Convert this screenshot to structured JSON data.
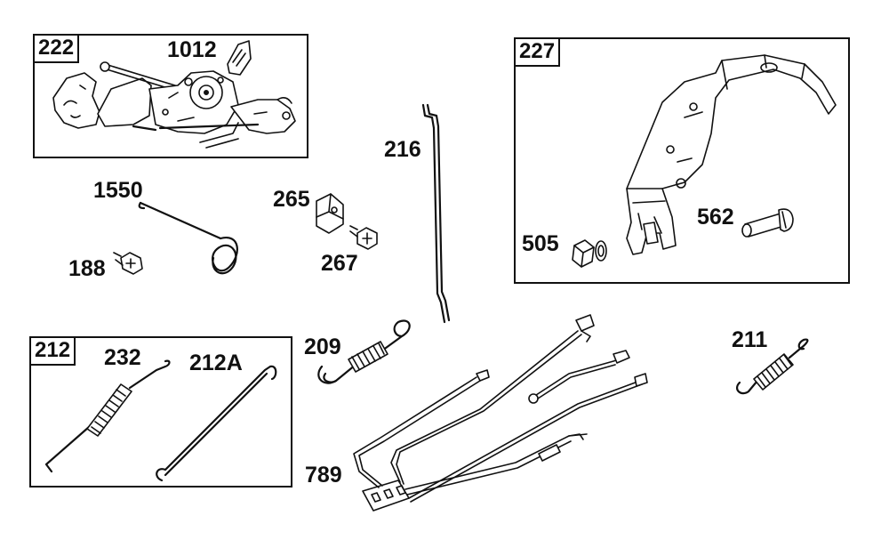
{
  "groups": [
    {
      "id": "222",
      "label": "222"
    },
    {
      "id": "227",
      "label": "227"
    },
    {
      "id": "212",
      "label": "212"
    }
  ],
  "parts": {
    "p1012": "1012",
    "p216": "216",
    "p1550": "1550",
    "p265": "265",
    "p267": "267",
    "p188": "188",
    "p505": "505",
    "p562": "562",
    "p209": "209",
    "p211": "211",
    "p232": "232",
    "p212A": "212A",
    "p789": "789"
  }
}
